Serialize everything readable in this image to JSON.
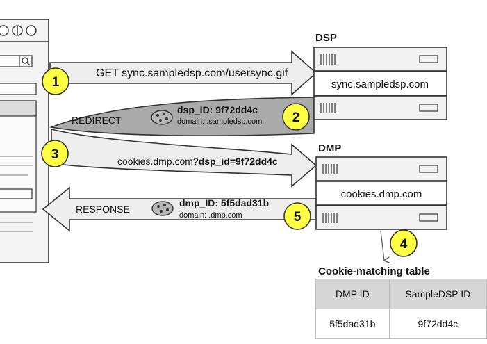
{
  "dsp": {
    "title": "DSP",
    "server_label": "sync.sampledsp.com"
  },
  "dmp": {
    "title": "DMP",
    "server_label": "cookies.dmp.com"
  },
  "steps": [
    {
      "number": "1",
      "text": "GET sync.sampledsp.com/usersync.gif"
    },
    {
      "number": "2",
      "label": "REDIRECT",
      "cookie_id": "dsp_ID: 9f72dd4c",
      "cookie_domain": "domain: .sampledsp.com"
    },
    {
      "number": "3",
      "text_prefix": "cookies.dmp.com?",
      "text_bold": "dsp_id=9f72dd4c"
    },
    {
      "number": "4"
    },
    {
      "number": "5",
      "label": "RESPONSE",
      "cookie_id": "dmp_ID: 5f5dad31b",
      "cookie_domain": "domain: .dmp.com"
    }
  ],
  "table": {
    "title": "Cookie-matching table",
    "headers": [
      "DMP ID",
      "SampleDSP ID"
    ],
    "rows": [
      [
        "5f5dad31b",
        "9f72dd4c"
      ]
    ]
  },
  "colors": {
    "badge_fill": "#ffff44",
    "arrow_fill": "#eeeeee",
    "redirect_fill": "#aaaaaa",
    "table_header": "#d6d6d6"
  }
}
